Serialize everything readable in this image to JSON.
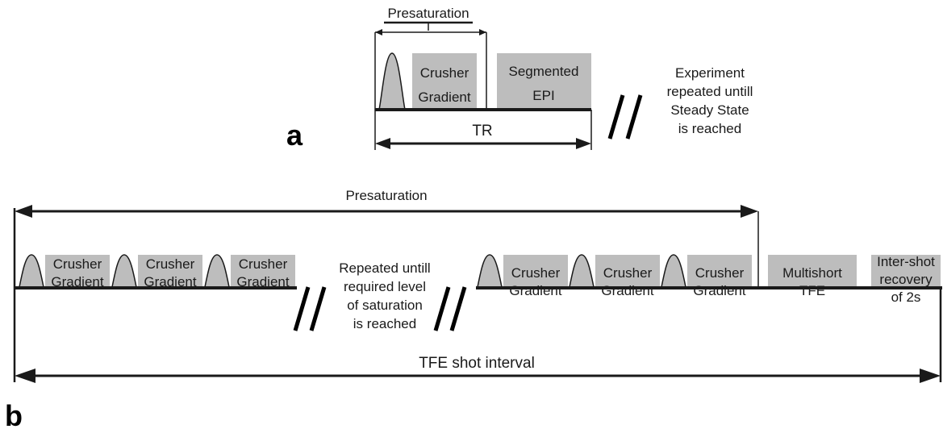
{
  "panel_a": {
    "label": "a",
    "presaturation_label": "Presaturation",
    "crusher": [
      "Crusher",
      "Gradient"
    ],
    "segmented": [
      "Segmented",
      "EPI"
    ],
    "tr_label": "TR",
    "note": [
      "Experiment",
      "repeated untill",
      "Steady State",
      "is reached"
    ]
  },
  "panel_b": {
    "label": "b",
    "presaturation_label": "Presaturation",
    "crusher": [
      "Crusher",
      "Gradient"
    ],
    "repeat_note": [
      "Repeated untill",
      "required level",
      "of saturation",
      "is reached"
    ],
    "multishot": [
      "Multishort",
      "TFE"
    ],
    "recovery": [
      "Inter-shot",
      "recovery",
      "of 2s"
    ],
    "interval_label": "TFE shot interval"
  }
}
